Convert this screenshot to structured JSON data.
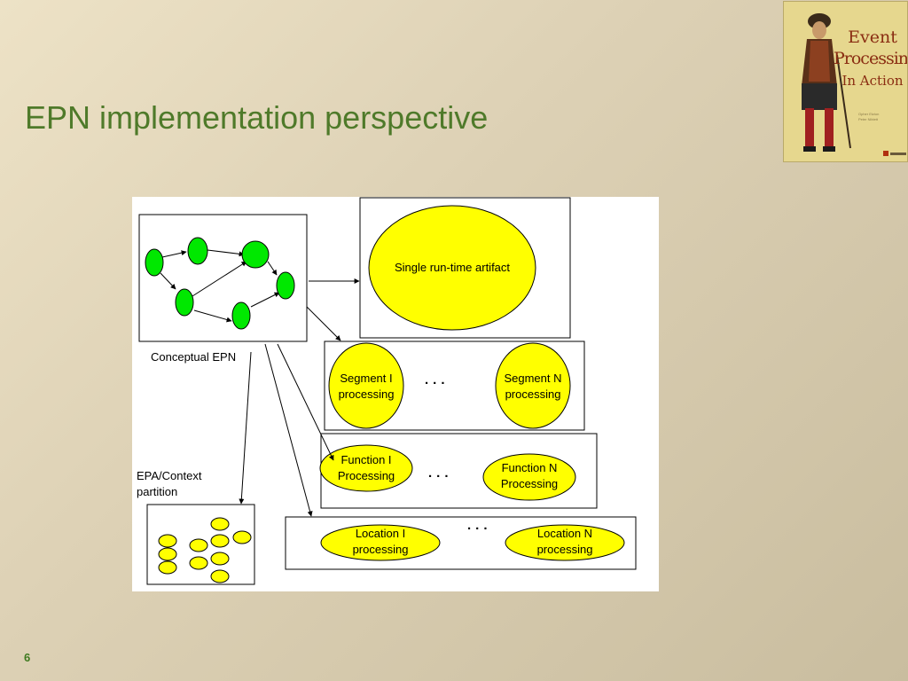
{
  "slide": {
    "title": "EPN implementation perspective",
    "page_number": "6"
  },
  "book_cover": {
    "title_line1": "Event",
    "title_line2": "Processing",
    "title_line3": "In Action",
    "authors": [
      "Opher Etzion",
      "Peter Niblett"
    ],
    "accent_color": "#8a2d12"
  },
  "diagram": {
    "conceptual_label": "Conceptual EPN",
    "epa_label_line1": "EPA/Context",
    "epa_label_line2": "partition",
    "single_artifact_label": "Single run-time artifact",
    "segment_first": [
      "Segment I",
      "processing"
    ],
    "segment_last": [
      "Segment N",
      "processing"
    ],
    "function_first": [
      "Function I",
      "Processing"
    ],
    "function_last": [
      "Function N",
      "Processing"
    ],
    "location_first": [
      "Location I",
      "processing"
    ],
    "location_last": [
      "Location N",
      "processing"
    ],
    "ellipsis": "...",
    "node_color": "#00e800",
    "artifact_color": "#ffff00"
  }
}
